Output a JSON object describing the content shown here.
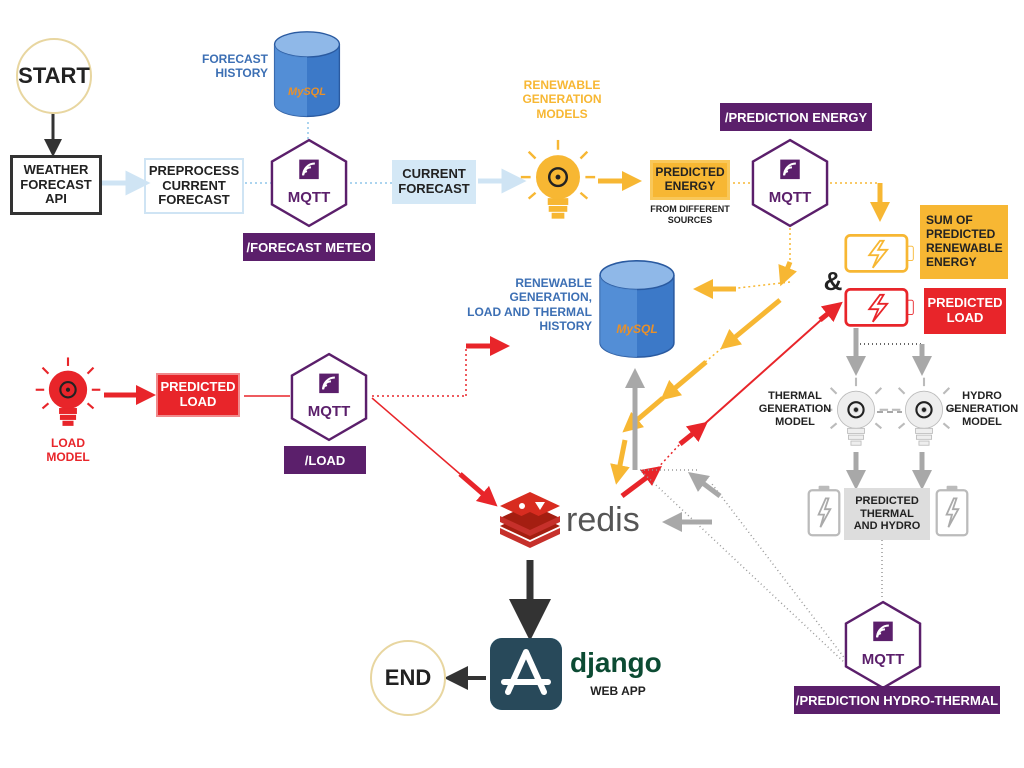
{
  "colors": {
    "purple": "#5b1f6b",
    "orange": "#f7b733",
    "red": "#e8252a",
    "gray": "#a8a8a8",
    "blue_text": "#3c6fb4",
    "light_blue": "#d4e8f6",
    "dark": "#333333"
  },
  "nodes": {
    "start": "START",
    "end": "END",
    "weather_api": "WEATHER\nFORECAST\nAPI",
    "preprocess": "PREPROCESS\nCURRENT\nFORECAST",
    "forecast_history": "FORECAST\nHISTORY",
    "mqtt_label": "MQTT",
    "mysql_label": "MySQL",
    "current_forecast": "CURRENT\nFORECAST",
    "renewable_models": "RENEWABLE\nGENERATION\nMODELS",
    "predicted_energy": "PREDICTED\nENERGY",
    "from_sources": "FROM DIFFERENT\nSOURCES",
    "sum_predicted": "SUM OF\nPREDICTED\nRENEWABLE\nENERGY",
    "ampersand": "&",
    "predicted_load_right": "PREDICTED\nLOAD",
    "history_db": "RENEWABLE\nGENERATION,\nLOAD AND THERMAL\nHISTORY",
    "load_model": "LOAD\nMODEL",
    "predicted_load_left": "PREDICTED\nLOAD",
    "thermal_model": "THERMAL\nGENERATION\nMODEL",
    "hydro_model": "HYDRO\nGENERATION\nMODEL",
    "predicted_thermal_hydro": "PREDICTED\nTHERMAL\nAND HYDRO",
    "redis": "redis",
    "django": "django",
    "web_app": "WEB APP"
  },
  "topics": {
    "forecast_meteo": "/FORECAST METEO",
    "prediction_energy": "/PREDICTION ENERGY",
    "load": "/LOAD",
    "prediction_hydro_thermal": "/PREDICTION HYDRO-THERMAL"
  }
}
